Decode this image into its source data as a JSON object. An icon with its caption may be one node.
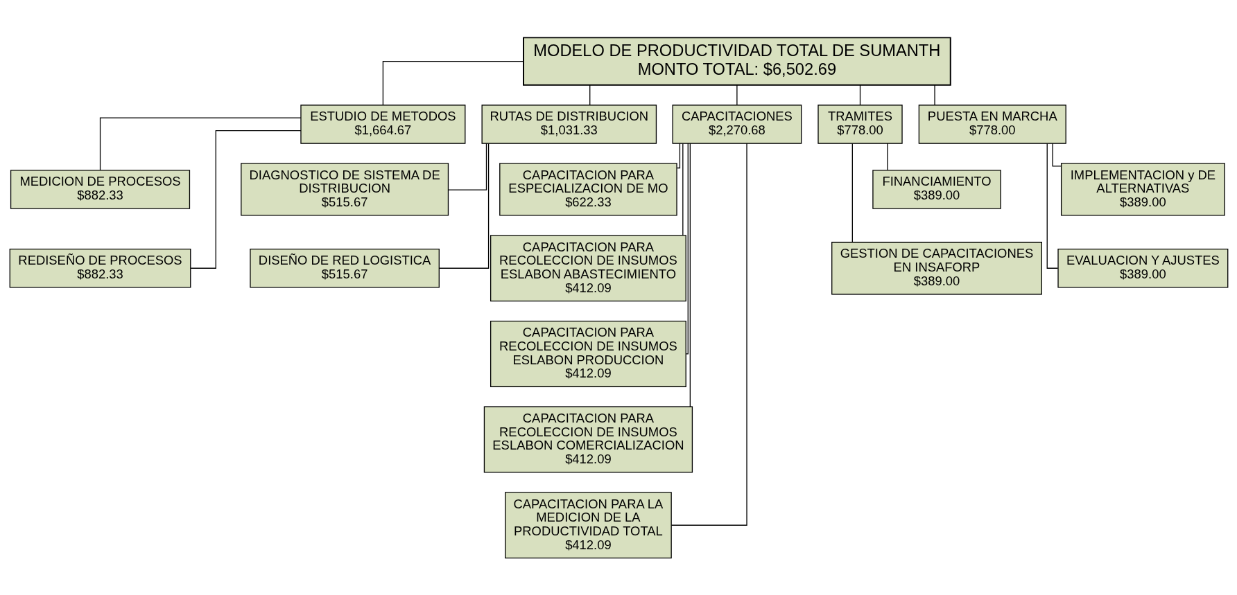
{
  "diagram": {
    "nodes": [
      {
        "text": [
          "MODELO DE PRODUCTIVIDAD TOTAL DE SUMANTH",
          "MONTO TOTAL: $6,502.69"
        ]
      },
      {
        "text": [
          "ESTUDIO DE METODOS",
          "$1,664.67"
        ]
      },
      {
        "text": [
          "RUTAS DE DISTRIBUCION",
          "$1,031.33"
        ]
      },
      {
        "text": [
          "CAPACITACIONES",
          "$2,270.68"
        ]
      },
      {
        "text": [
          "TRAMITES",
          "$778.00"
        ]
      },
      {
        "text": [
          "PUESTA EN MARCHA",
          "$778.00"
        ]
      },
      {
        "text": [
          "MEDICION DE PROCESOS",
          "$882.33"
        ]
      },
      {
        "text": [
          "REDISEÑO DE PROCESOS",
          "$882.33"
        ]
      },
      {
        "text": [
          "DIAGNOSTICO DE SISTEMA DE DISTRIBUCION",
          "$515.67"
        ]
      },
      {
        "text": [
          "DISEÑO DE RED LOGISTICA",
          "$515.67"
        ]
      },
      {
        "text": [
          "CAPACITACION PARA ESPECIALIZACION DE MO",
          "$622.33"
        ]
      },
      {
        "text": [
          "CAPACITACION PARA RECOLECCION DE INSUMOS ESLABON ABASTECIMIENTO",
          "$412.09"
        ]
      },
      {
        "text": [
          "CAPACITACION PARA RECOLECCION DE INSUMOS ESLABON PRODUCCION",
          "$412.09"
        ]
      },
      {
        "text": [
          "CAPACITACION PARA RECOLECCION DE INSUMOS ESLABON COMERCIALIZACION",
          "$412.09"
        ]
      },
      {
        "text": [
          "CAPACITACION PARA LA MEDICION DE LA PRODUCTIVIDAD TOTAL",
          "$412.09"
        ]
      },
      {
        "text": [
          "FINANCIAMIENTO",
          "$389.00"
        ]
      },
      {
        "text": [
          "GESTION DE CAPACITACIONES EN INSAFORP",
          "$389.00"
        ]
      },
      {
        "text": [
          "IMPLEMENTACION y DE ALTERNATIVAS",
          "$389.00"
        ]
      },
      {
        "text": [
          "EVALUACION Y AJUSTES",
          "$389.00"
        ]
      }
    ],
    "edges": [
      {
        "from": 0,
        "to": 1,
        "arrow": "none"
      },
      {
        "from": 0,
        "to": 2,
        "arrow": "none"
      },
      {
        "from": 0,
        "to": 3,
        "arrow": "none"
      },
      {
        "from": 0,
        "to": 4,
        "arrow": "none"
      },
      {
        "from": 0,
        "to": 5,
        "arrow": "none"
      },
      {
        "from": 1,
        "to": 6,
        "arrow": "none"
      },
      {
        "from": 1,
        "to": 7,
        "arrow": "none"
      },
      {
        "from": 2,
        "to": 8,
        "arrow": "none"
      },
      {
        "from": 2,
        "to": 9,
        "arrow": "none"
      },
      {
        "from": 3,
        "to": 10,
        "arrow": "none"
      },
      {
        "from": 3,
        "to": 11,
        "arrow": "none"
      },
      {
        "from": 3,
        "to": 12,
        "arrow": "none"
      },
      {
        "from": 3,
        "to": 13,
        "arrow": "none"
      },
      {
        "from": 3,
        "to": 14,
        "arrow": "none"
      },
      {
        "from": 4,
        "to": 15,
        "arrow": "none"
      },
      {
        "from": 4,
        "to": 16,
        "arrow": "none"
      },
      {
        "from": 5,
        "to": 17,
        "arrow": "none"
      },
      {
        "from": 5,
        "to": 18,
        "arrow": "none"
      }
    ]
  }
}
